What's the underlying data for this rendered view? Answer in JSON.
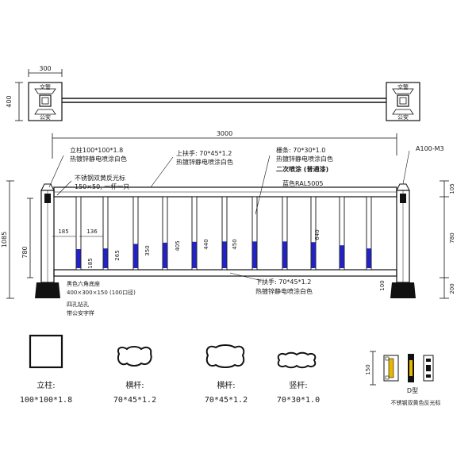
{
  "plan_view": {
    "post_width": "300",
    "post_height": "400",
    "left_post_labels": [
      "交警",
      "公安"
    ],
    "right_post_labels": [
      "交警",
      "公安"
    ]
  },
  "elevation": {
    "span_length": "3000",
    "total_height": "1085",
    "inner_height": "780",
    "right_dims": [
      "105",
      "780",
      "200"
    ],
    "base_dim": "100",
    "picket_heights": [
      "185",
      "136",
      "185",
      "265",
      "350",
      "405",
      "440",
      "450",
      "640"
    ],
    "picket_accent_color": "#2222cc"
  },
  "annotations": {
    "post_spec": "立柱100*100*1.8",
    "post_finish": "热镀锌静电喷涂白色",
    "reflector_spec": "不锈钢双黄反光标",
    "reflector_size": "150×50, 一杆一只",
    "upper_rail": "上扶手: 70*45*1.2",
    "upper_rail_finish": "热镀锌静电喷涂白色",
    "picket_spec": "栅条: 70*30*1.0",
    "picket_finish": "热镀锌静电喷涂白色",
    "second_spray": "二次喷涂 (普通漆)",
    "blue_color": "蓝色RAL5005",
    "right_marker": "A100-M3",
    "lower_rail": "下扶手: 70*45*1.2",
    "lower_rail_finish": "热镀锌静电喷涂白色",
    "base_color": "黑色六角底座",
    "base_size": "400×300×150 (100口径)",
    "base_holes": "四孔钻孔",
    "base_logo": "带公安字样"
  },
  "sections": [
    {
      "label": "立柱:",
      "size": "100*100*1.8"
    },
    {
      "label": "横杆:",
      "size": "70*45*1.2"
    },
    {
      "label": "横杆:",
      "size": "70*45*1.2"
    },
    {
      "label": "竖杆:",
      "size": "70*30*1.0"
    }
  ],
  "reflector_detail": {
    "height": "150",
    "code": "D型",
    "caption": "不锈钢双黄色反光标"
  }
}
